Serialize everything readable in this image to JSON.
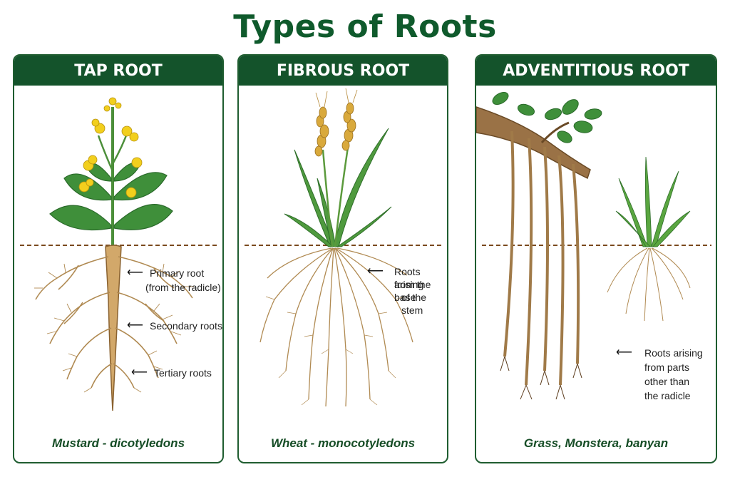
{
  "title": "Types of Roots",
  "panels": [
    {
      "header": "TAP ROOT",
      "labels": [
        "Primary root",
        "(from the radicle)",
        "Secondary roots",
        "Tertiary roots"
      ],
      "caption": "Mustard - dicotyledons"
    },
    {
      "header": "FIBROUS ROOT",
      "labels": [
        "Roots arising",
        "from the base",
        "of the stem"
      ],
      "caption": "Wheat - monocotyledons"
    },
    {
      "header": "ADVENTITIOUS ROOT",
      "labels": [
        "Roots arising",
        "from parts",
        "other than",
        "the radicle"
      ],
      "caption": "Grass, Monstera, banyan"
    }
  ],
  "colors": {
    "header_bg": "#14532b",
    "title": "#0f5a2c",
    "soil_line": "#7a4a1e",
    "root": "#b08a52",
    "leaf": "#3f8f3a",
    "flower": "#f2cf1d",
    "grain": "#d9a93c"
  },
  "arrow_glyph": "⟵"
}
